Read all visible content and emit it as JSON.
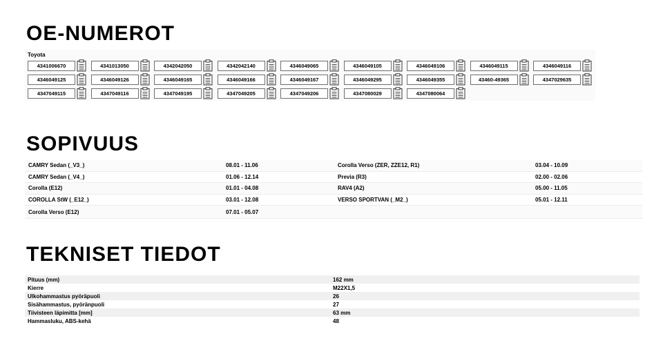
{
  "oe": {
    "title": "OE-NUMEROT",
    "brand": "Toyota",
    "copy_icon": "clipboard-icon",
    "rows": [
      [
        "4341006670",
        "4341013050",
        "4342042050",
        "4342042140",
        "4346049065",
        "4346049105",
        "4346049106",
        "4346049115",
        "4346049116"
      ],
      [
        "4346049125",
        "4346049126",
        "4346049165",
        "4346049166",
        "4346049167",
        "4346049295",
        "4346049355",
        "43460-49365",
        "4347029635"
      ],
      [
        "4347049115",
        "4347049116",
        "4347049195",
        "4347049205",
        "4347049206",
        "4347080029",
        "4347080064"
      ]
    ]
  },
  "fit": {
    "title": "SOPIVUUS",
    "rows": [
      [
        "CAMRY Sedan (_V3_)",
        "08.01 - 11.06",
        "Corolla Verso (ZER, ZZE12, R1)",
        "03.04 - 10.09"
      ],
      [
        "CAMRY Sedan (_V4_)",
        "01.06 - 12.14",
        "Previa (R3)",
        "02.00 - 02.06"
      ],
      [
        "Corolla (E12)",
        "01.01 - 04.08",
        "RAV4 (A2)",
        "05.00 - 11.05"
      ],
      [
        "COROLLA StW (_E12_)",
        "03.01 - 12.08",
        "VERSO SPORTVAN (_M2_)",
        "05.01 - 12.11"
      ],
      [
        "Corolla Verso (E12)",
        "07.01 - 05.07",
        "",
        ""
      ]
    ]
  },
  "tech": {
    "title": "TEKNISET TIEDOT",
    "rows": [
      [
        "Pituus (mm)",
        "162 mm"
      ],
      [
        "Kierre",
        "M22X1,5"
      ],
      [
        "Ulkohammastus pyöräpuoli",
        "26"
      ],
      [
        "Sisähammastus, pyöränpuoli",
        "27"
      ],
      [
        "Tiivisteen läpimitta [mm]",
        "63 mm"
      ],
      [
        "Hammasluku, ABS-kehä",
        "48"
      ]
    ]
  }
}
